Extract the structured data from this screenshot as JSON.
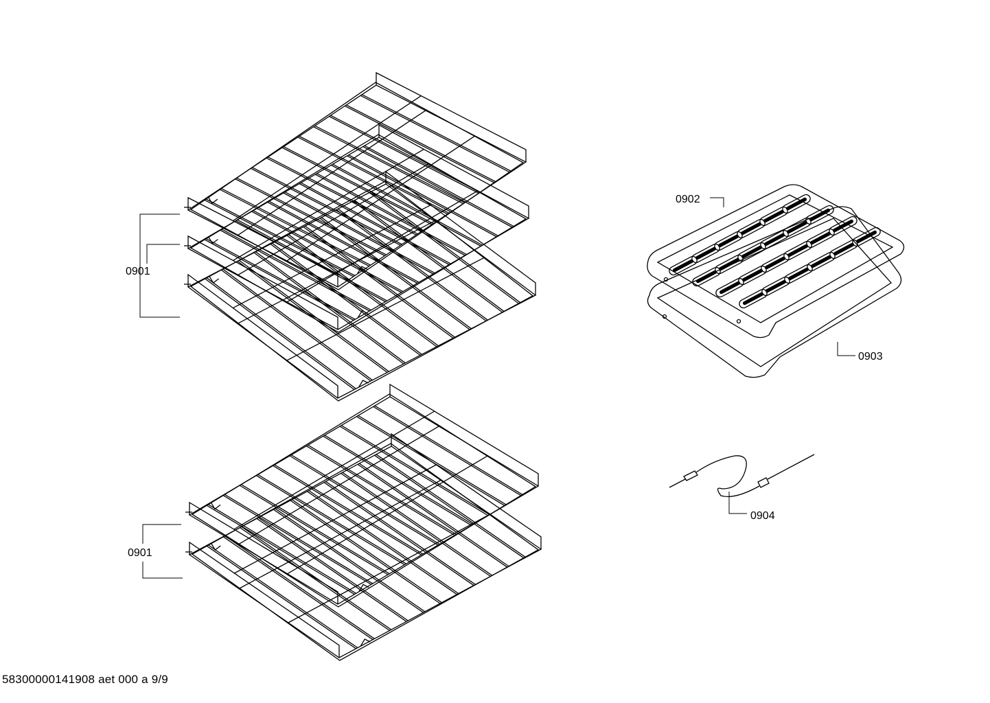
{
  "labels": {
    "upper_racks": "0901",
    "lower_racks": "0901",
    "broil_grid": "0902",
    "broil_pan": "0903",
    "meat_probe": "0904"
  },
  "footer": {
    "doc_id": "58300000141908 aet 000 a 9/9"
  }
}
